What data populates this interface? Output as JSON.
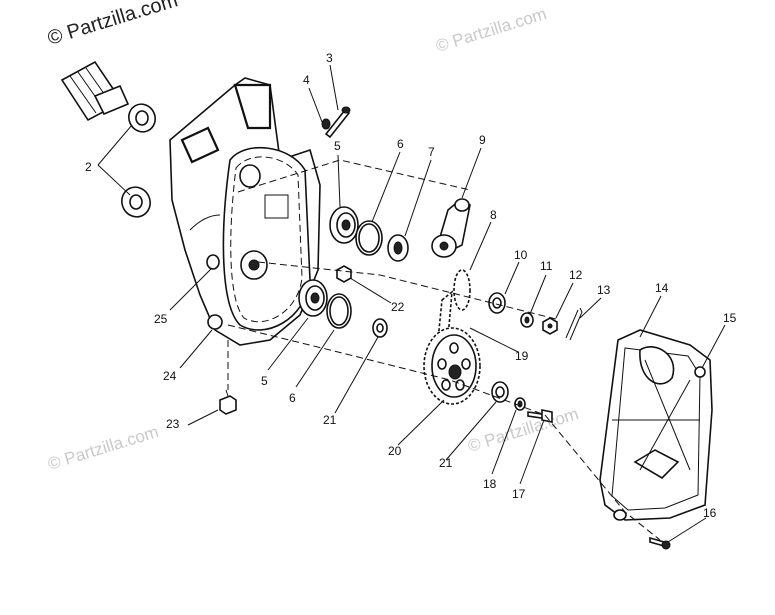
{
  "watermark": {
    "main": "© Partzilla.com",
    "faint": "© Partzilla.com"
  },
  "callouts": {
    "c2": "2",
    "c3": "3",
    "c4": "4",
    "c5a": "5",
    "c5b": "5",
    "c6a": "6",
    "c6b": "6",
    "c7": "7",
    "c8": "8",
    "c9": "9",
    "c10": "10",
    "c11": "11",
    "c12": "12",
    "c13": "13",
    "c14": "14",
    "c15": "15",
    "c16": "16",
    "c17": "17",
    "c18": "18",
    "c19": "19",
    "c20": "20",
    "c21a": "21",
    "c21b": "21",
    "c22": "22",
    "c23": "23",
    "c24": "24",
    "c25": "25"
  }
}
